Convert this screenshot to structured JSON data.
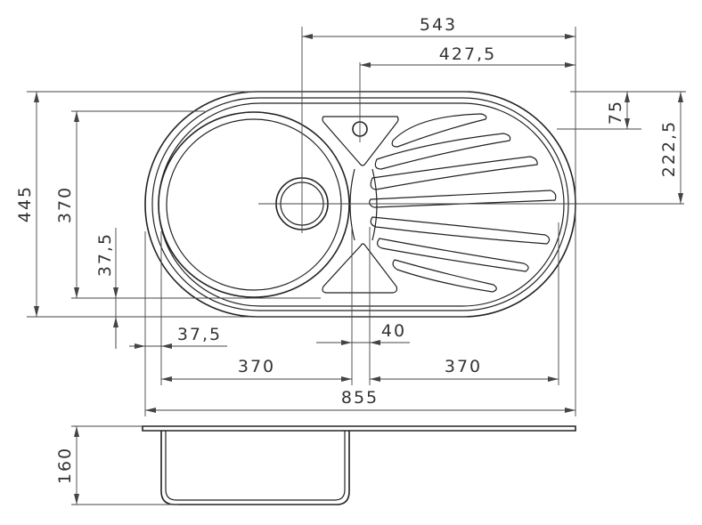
{
  "dimensions": {
    "total_width": "855",
    "drain_offset": "543",
    "tap_offset": "427,5",
    "tap_edge": "75",
    "half_depth": "222,5",
    "total_depth": "445",
    "bowl_depth": "370",
    "bowl_inset": "37,5",
    "bowl_side_inset": "37,5",
    "bowl_width": "370",
    "drainer_width": "370",
    "center_gap": "40",
    "bowl_height": "160"
  }
}
